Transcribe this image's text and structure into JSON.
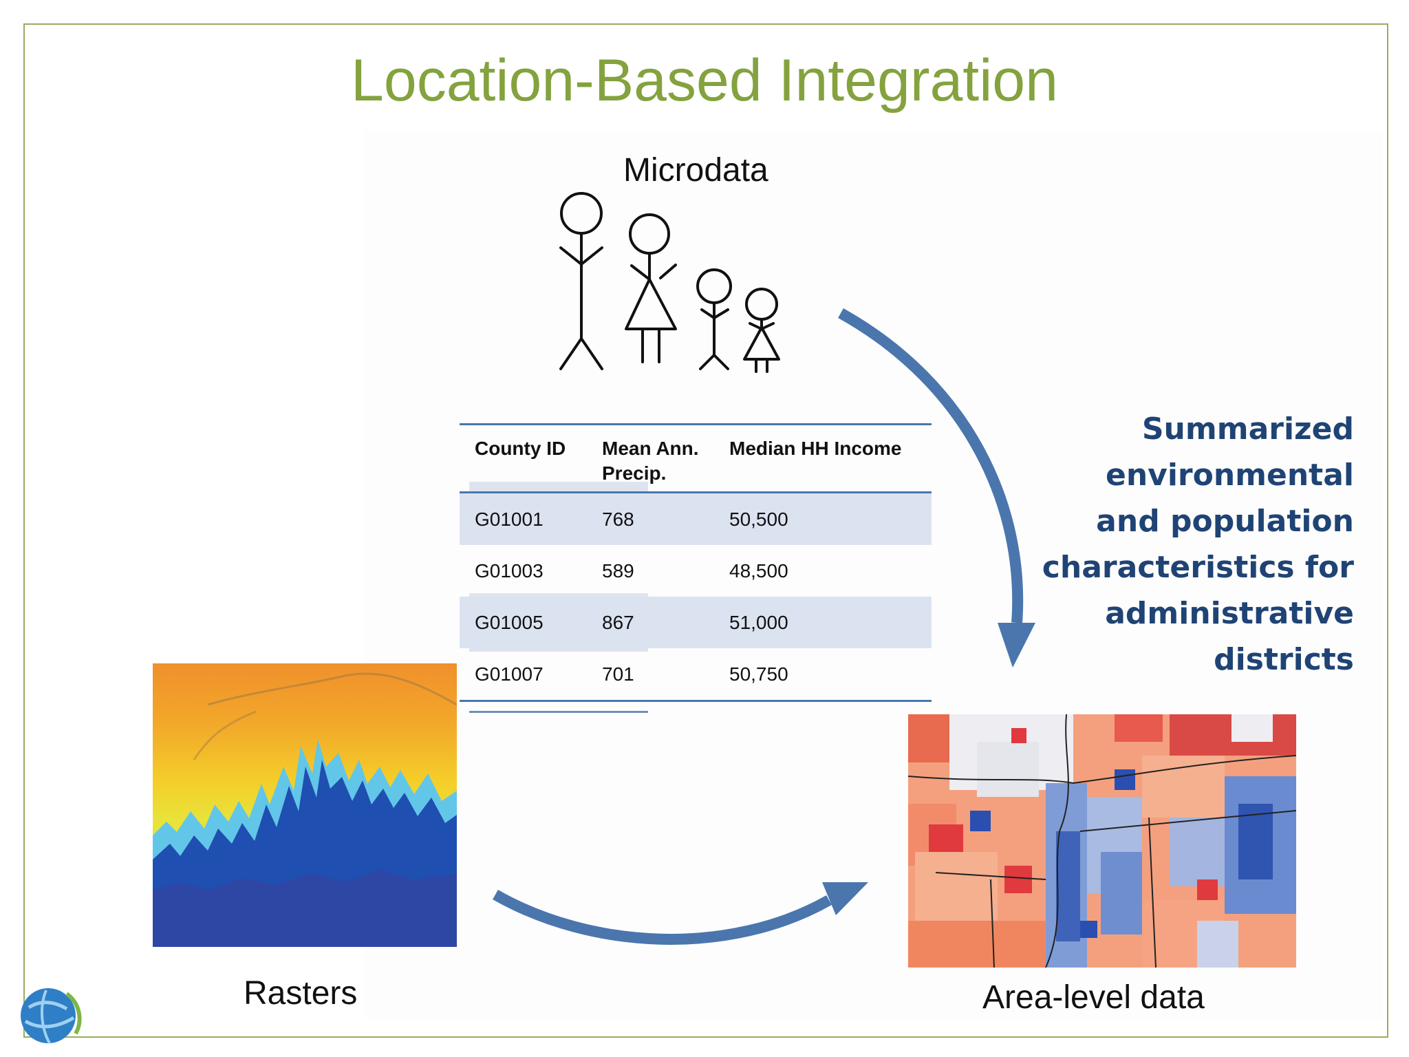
{
  "slide": {
    "title": "Location-Based Integration",
    "microdata_label": "Microdata",
    "rasters_label": "Rasters",
    "area_label": "Area-level data",
    "summary_lines": [
      "Summarized",
      "environmental",
      "and population",
      "characteristics for",
      "administrative",
      "districts"
    ]
  },
  "table": {
    "headers": [
      "County ID",
      "Mean Ann. Precip.",
      "Median HH Income"
    ],
    "rows": [
      [
        "G01001",
        "768",
        "50,500"
      ],
      [
        "G01003",
        "589",
        "48,500"
      ],
      [
        "G01005",
        "867",
        "51,000"
      ],
      [
        "G01007",
        "701",
        "50,750"
      ]
    ]
  },
  "colors": {
    "title": "#84a23e",
    "summary_text": "#1f4374",
    "arrow": "#4a76ad",
    "frame": "#9aab5c"
  },
  "icons": [
    "stick-figure-family",
    "elevation-raster-map",
    "county-choropleth-map",
    "globe-logo-icon"
  ]
}
